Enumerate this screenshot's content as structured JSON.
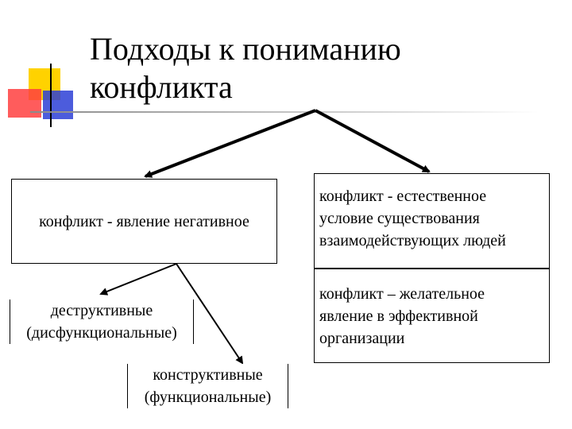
{
  "slide": {
    "title": "Подходы к пониманию\nконфликта"
  },
  "logo": {
    "colors": [
      "#ffd200",
      "#ff4040",
      "#2d3fd6"
    ]
  },
  "diagram": {
    "negative_box": "конфликт - явление негативное",
    "natural_box": "конфликт - естественное\nусловие существования\nвзаимодействующих людей",
    "desirable_box": "конфликт – желательное\nявление в эффективной\nорганизации",
    "destructive_label": "деструктивные\n(дисфункциональные)",
    "constructive_label": "конструктивные\n(функциональные)"
  }
}
